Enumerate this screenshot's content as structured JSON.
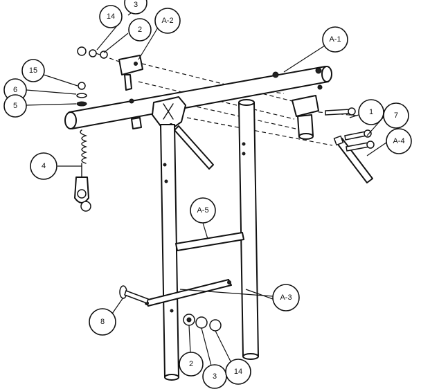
{
  "labels": {
    "part_1": "1",
    "part_2_top": "2",
    "part_2_bottom": "2",
    "part_3_top": "3",
    "part_3_bottom": "3",
    "part_4": "4",
    "part_5": "5",
    "part_6": "6",
    "part_7": "7",
    "part_8": "8",
    "part_14_top": "14",
    "part_14_bottom": "14",
    "part_15": "15",
    "a1": "A-1",
    "a2": "A-2",
    "a3": "A-3",
    "a4": "A-4",
    "a5": "A-5"
  },
  "colors": {
    "ink": "#111111",
    "paper": "#ffffff"
  }
}
